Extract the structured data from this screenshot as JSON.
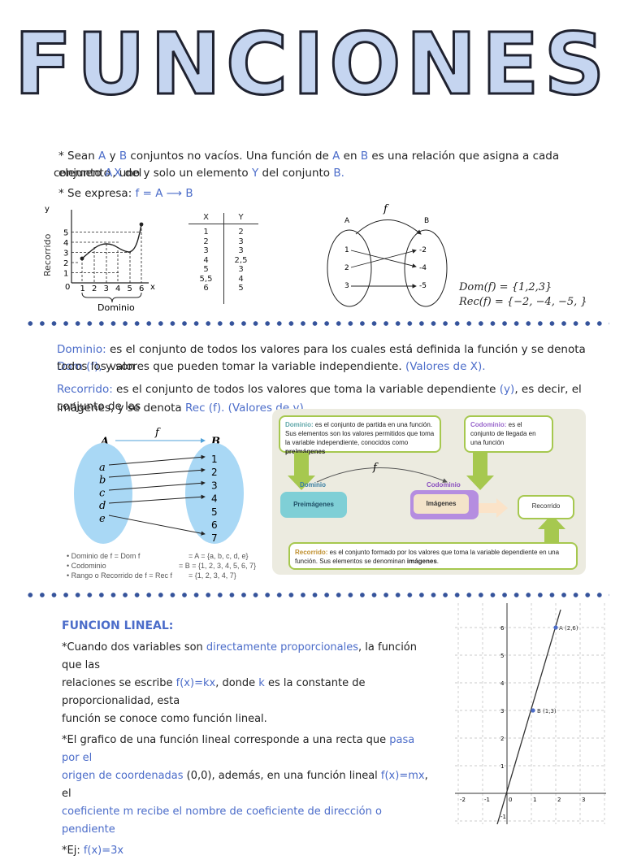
{
  "title": "FUNCIONES",
  "intro": {
    "line1_a": "*  Sean ",
    "A": "A",
    "y": " y ",
    "B": "B",
    "line1_b": " conjuntos no vacíos. Una función de ",
    "A2": "A",
    "en": " en ",
    "B2": "B",
    "line1_c": " es una relación que asigna a cada elemento ",
    "X": "X",
    "del": " del",
    "line2_a": "conjunto ",
    "A3": "A",
    "line2_b": ", uno y solo un elemento ",
    "Y": "Y",
    "line2_c": " del conjunto ",
    "B3": "B.",
    "expresa_label": "*  Se expresa: ",
    "expresa_formula": "f = A ⟶ B"
  },
  "graph1": {
    "ylabel": "Recorrido",
    "xlabel": "Dominio",
    "y_axis": "y",
    "x_axis": "x",
    "origin": "0",
    "y_ticks": [
      "1",
      "2",
      "3",
      "4",
      "5"
    ],
    "x_ticks": [
      "1",
      "2",
      "3",
      "4",
      "5",
      "6"
    ]
  },
  "xy_table": {
    "headers": [
      "X",
      "Y"
    ],
    "rows": [
      [
        "1",
        "2"
      ],
      [
        "2",
        "3"
      ],
      [
        "3",
        "3"
      ],
      [
        "4",
        "2,5"
      ],
      [
        "5",
        "3"
      ],
      [
        "5,5",
        "4"
      ],
      [
        "6",
        "5"
      ]
    ]
  },
  "map1": {
    "f_label": "f",
    "A": "A",
    "B": "B",
    "domain": [
      "1",
      "2",
      "3"
    ],
    "codomain": [
      "-2",
      "-4",
      "-5"
    ],
    "dom": "Dom(f)  = {1,2,3}",
    "rec": "Rec(f)   = {−2, −4, −5, }"
  },
  "definitions": {
    "dominio_term": "Dominio:",
    "dominio_text_a": " es el conjunto de todos los valores para los cuales está definida la función y se denota ",
    "dominio_dom": "Dom (f),",
    "dominio_text_b": " y son",
    "dominio_line2": "todos los valores que pueden tomar la variable independiente. ",
    "dominio_paren": "(Valores de X).",
    "recorrido_term": "Recorrido:",
    "recorrido_text_a": " es el conjunto de todos los valores que toma la variable dependiente ",
    "recorrido_y": "(y)",
    "recorrido_text_b": ", es decir, el conjunto de las",
    "recorrido_line2": "imágenes, y se denota ",
    "recorrido_rec": "Rec (f). (Valores de y).",
    "recorrido_end": ""
  },
  "map2": {
    "f_label": "f",
    "A": "A",
    "B": "B",
    "domain": [
      "a",
      "b",
      "c",
      "d",
      "e"
    ],
    "codomain": [
      "1",
      "2",
      "3",
      "4",
      "5",
      "6",
      "7"
    ],
    "notes": [
      "• Dominio de f = Dom f",
      "= A = {a, b, c, d, e}",
      "• Codominio",
      "= B = {1, 2, 3, 4, 5, 6, 7}",
      "• Rango o Recorrido de f = Rec f",
      "= {1, 2, 3, 4, 7}"
    ]
  },
  "concept_map": {
    "dominio_box_title": "Dominio:",
    "dominio_box_text": " es el conjunto de partida en una función. Sus elementos son los valores permitidos que toma la variable independiente, conocidos como ",
    "dominio_box_bold": "preimágenes",
    "codominio_box_title": "Codominio:",
    "codominio_box_text": " es el conjunto de llegada en una función",
    "f": "f",
    "dominio_label": "Dominio",
    "codominio_label": "Codominio",
    "preimagenes": "Preimágenes",
    "imagenes": "Imágenes",
    "recorrido": "Recorrido",
    "recorrido_box_title": "Recorrido:",
    "recorrido_box_text": " es el conjunto formado por los valores que toma la variable dependiente en una función. Sus elementos se denominan ",
    "recorrido_box_bold": "imágenes",
    "recorrido_box_end": "."
  },
  "lineal": {
    "heading": "FUNCION LINEAL:",
    "p1_a": "*Cuando dos variables son ",
    "p1_blue": "directamente proporcionales",
    "p1_b": ", la función que las",
    "p1_c": "relaciones se escribe ",
    "p1_formula": "f(x)=kx",
    "p1_d": ", donde ",
    "p1_k": "k",
    "p1_e": " es la constante de proporcionalidad, esta",
    "p1_f": "función se conoce como función lineal.",
    "p2_a": "*El grafico de una función lineal corresponde a una recta que ",
    "p2_blue1": "pasa por el",
    "p2_blue2": "origen de coordenadas",
    "p2_b": " (0,0), además, en una función lineal ",
    "p2_formula": "f(x)=mx",
    "p2_c": ", el",
    "p2_d": "coeficiente ",
    "p2_m": "m",
    "p2_e": " recibe el nombre de coeficiente de dirección o pendiente",
    "ej_label": "*Ej: ",
    "ej_formula": "f(x)=3x"
  },
  "linear_graph": {
    "point1": "B (1,3)",
    "point2": "A (2,6)",
    "x_ticks": [
      "-2",
      "-1",
      "0",
      "1",
      "2",
      "3"
    ],
    "y_ticks": [
      "6",
      "5",
      "4",
      "3",
      "2",
      "1",
      "-1"
    ]
  },
  "colors": {
    "accent": "#4b6cc9",
    "title_fill": "#c5d5f0",
    "dots": "#35539b",
    "green": "#a6c84f",
    "teal": "#5fbcc9",
    "purple": "#b58de0"
  }
}
